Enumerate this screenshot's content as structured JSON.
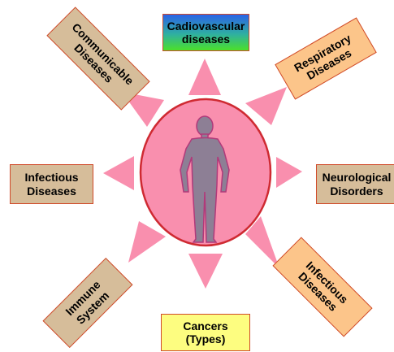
{
  "colors": {
    "circle_fill": "#f98fae",
    "circle_stroke": "#cf2a32",
    "triangle_fill": "#f98fae",
    "figure_fill": "#8d7f95",
    "figure_stroke": "#b13a7a",
    "box_border": "#d04a2a",
    "tan": "#d6bd9a",
    "orange": "#fcc58a",
    "yellow": "#fdfd80"
  },
  "center": {
    "icon": "human-silhouette-icon"
  },
  "boxes": {
    "top": "Cadiovascular\ndiseases",
    "top_right": "Respiratory\nDiseases",
    "right": "Neurological\nDisorders",
    "bottom_right": "Infectious\nDiseases",
    "bottom": "Cancers\n(Types)",
    "bottom_left": "Immune\nSystem",
    "left": "Infectious\nDiseases",
    "top_left": "Communicable\nDiseases"
  }
}
